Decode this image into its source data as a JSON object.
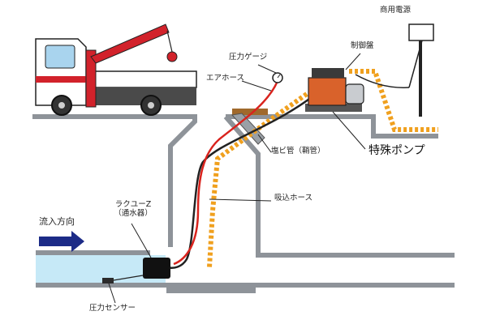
{
  "labels": {
    "commercial_power": "商用電源",
    "control_panel": "制御盤",
    "pressure_gauge": "圧力ゲージ",
    "air_hose": "エアホース",
    "vinyl_pipe": "塩ビ管（鞘管）",
    "special_pump": "特殊ポンプ",
    "suction_hose": "吸込ホース",
    "rakuyu_z": "ラクユーZ",
    "rakuyu_z_sub": "（通水器）",
    "flow_direction": "流入方向",
    "pressure_sensor": "圧力センサー"
  },
  "colors": {
    "steel_gray": "#8e9399",
    "water_blue": "#c6e9f7",
    "flow_arrow": "#1c2b87",
    "air_hose_red": "#d9231d",
    "cable_orange": "#f0a01e",
    "truck_red": "#d2222b",
    "truck_cab": "#ffffff",
    "pump_orange": "#d9622b",
    "wood": "#a0692c"
  }
}
